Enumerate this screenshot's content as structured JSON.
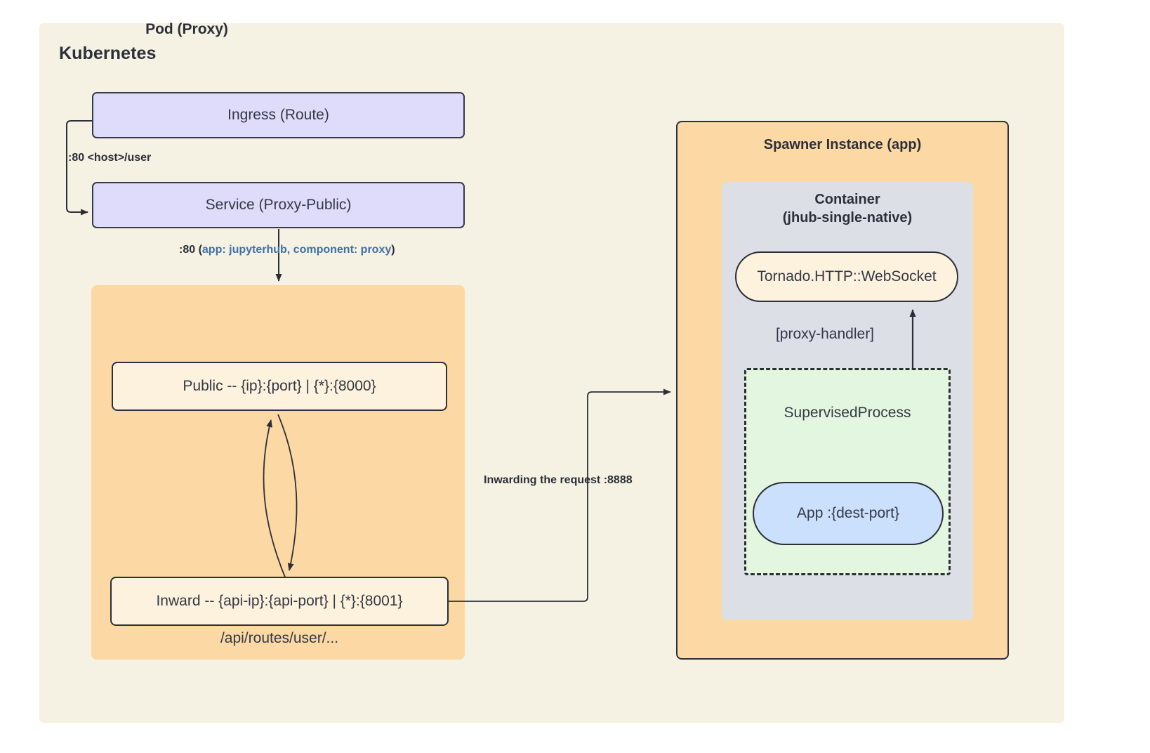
{
  "diagram": {
    "title": "Kubernetes",
    "clusters": {
      "kubernetes": {
        "label": "Kubernetes",
        "color": "#f5f2e3"
      },
      "pod_proxy": {
        "label": "Pod (Proxy)",
        "color": "#fcd9a4"
      },
      "spawner_instance": {
        "label": "Spawner Instance (app)",
        "color": "#fcd9a4"
      },
      "container": {
        "label": "Container\n(jhub-single-native)",
        "label_line1": "Container",
        "label_line2": "(jhub-single-native)",
        "color": "#dcdfe6"
      },
      "supervised_process": {
        "label": "SupervisedProcess",
        "color": "#e3f7e0"
      }
    },
    "nodes": {
      "ingress": {
        "label": "Ingress (Route)",
        "color": "#dedcfa"
      },
      "service": {
        "label": "Service (Proxy-Public)",
        "color": "#dedcfa"
      },
      "public": {
        "label": "Public -- {ip}:{port} | {*}:{8000}",
        "color": "#fdf2dd"
      },
      "inward": {
        "label": "Inward -- {api-ip}:{api-port} | {*}:{8001}",
        "color": "#fdf2dd"
      },
      "api_routes": {
        "label": "/api/routes/user/..."
      },
      "websocket": {
        "label": "Tornado.HTTP::WebSocket",
        "color": "#fdf2dd"
      },
      "app": {
        "label": "App :{dest-port}",
        "color": "#cbe0fd"
      }
    },
    "edges": {
      "ingress_to_service": {
        "label": ":80 <host>/user"
      },
      "service_to_pod": {
        "label_prefix": ":80 (",
        "label_selector": "app: jupyterhub, component: proxy",
        "label_suffix": ")",
        "selector_color": "#3f6ea8"
      },
      "inward_to_spawner": {
        "label": "Inwarding the request :8888"
      },
      "app_to_websocket": {
        "label": "[proxy-handler]"
      }
    },
    "stroke_color": "#2b2f38"
  }
}
